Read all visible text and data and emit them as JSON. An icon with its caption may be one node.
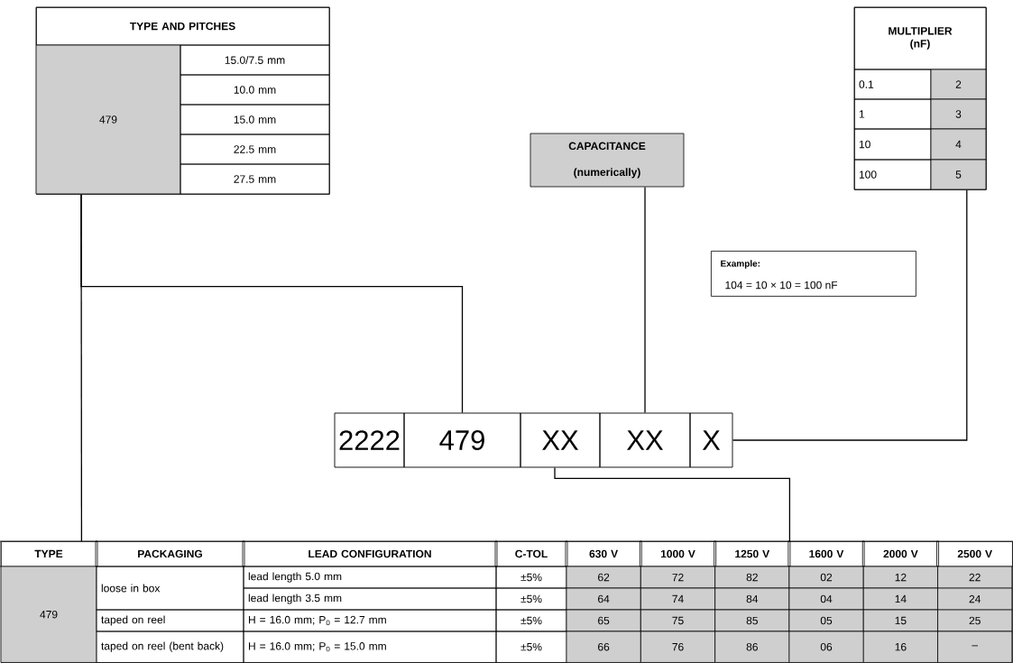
{
  "diagram": {
    "nodes": [
      {
        "text": [
          "TYPE AND PITCHES",
          "479",
          "15.0/7.5 mm",
          "10.0 mm",
          "15.0 mm",
          "22.5 mm",
          "27.5 mm"
        ]
      },
      {
        "text": [
          "MULTIPLIER (nF)",
          "0.1",
          "2",
          "1",
          "3",
          "10",
          "4",
          "100",
          "5"
        ]
      },
      {
        "text": [
          "CAPACITANCE (numerically)"
        ]
      },
      {
        "text": [
          "Example:",
          "104 = 10 × 10 = 100 nF"
        ]
      },
      {
        "text": [
          "2222"
        ]
      },
      {
        "text": [
          "479"
        ]
      },
      {
        "text": [
          "XX"
        ]
      },
      {
        "text": [
          "XX"
        ]
      },
      {
        "text": [
          "X"
        ]
      },
      {
        "text": [
          "TYPE",
          "PACKAGING",
          "LEAD CONFIGURATION",
          "C-TOL",
          "630 V",
          "1000 V",
          "1250 V",
          "1600 V",
          "2000 V",
          "2500 V",
          "479",
          "loose in box",
          "lead length 5.0 mm",
          "±5%",
          "62",
          "72",
          "82",
          "02",
          "12",
          "22",
          "lead length 3.5 mm",
          "±5%",
          "64",
          "74",
          "84",
          "04",
          "14",
          "24",
          "taped on reel",
          "H = 16.0 mm; P$_{0}$ = 12.7 mm",
          "±5%",
          "65",
          "75",
          "85",
          "05",
          "15",
          "25",
          "taped on reel (bent back)",
          "H = 16.0 mm; P$_{0}$ = 15.0 mm",
          "±5%",
          "66",
          "76",
          "86",
          "06",
          "16",
          "–"
        ]
      }
    ],
    "edges": [
      {
        "from": 0,
        "to": 9,
        "arrow": "none"
      },
      {
        "from": 0,
        "to": 5,
        "arrow": "none"
      },
      {
        "from": 2,
        "to": 7,
        "arrow": "none"
      },
      {
        "from": 1,
        "to": 8,
        "arrow": "none"
      },
      {
        "from": 6,
        "to": 9,
        "arrow": "none"
      }
    ]
  }
}
